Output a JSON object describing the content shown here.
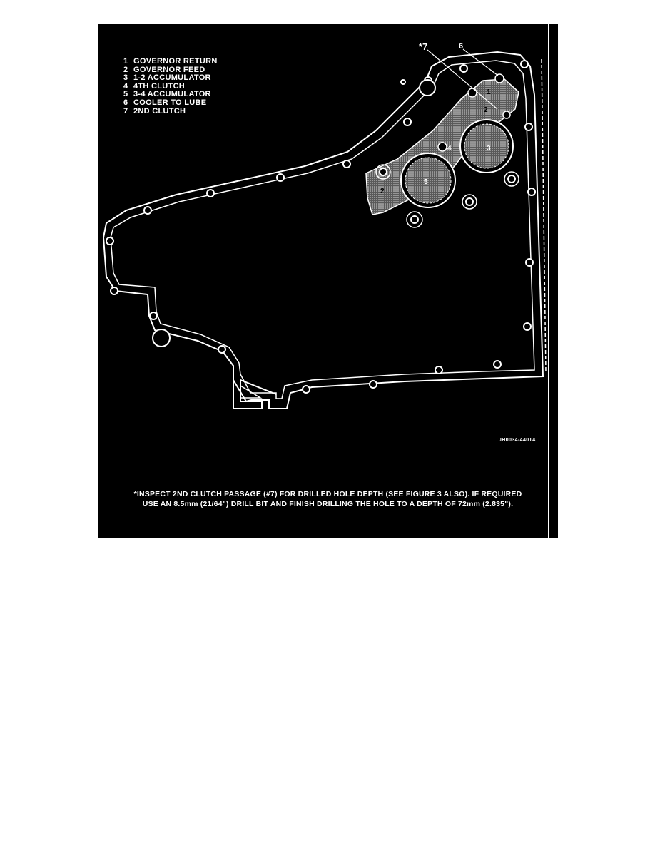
{
  "legend": [
    {
      "num": "1",
      "label": "GOVERNOR RETURN"
    },
    {
      "num": "2",
      "label": "GOVERNOR FEED"
    },
    {
      "num": "3",
      "label": "1-2 ACCUMULATOR"
    },
    {
      "num": "4",
      "label": "4TH CLUTCH"
    },
    {
      "num": "5",
      "label": "3-4 ACCUMULATOR"
    },
    {
      "num": "6",
      "label": "COOLER TO LUBE"
    },
    {
      "num": "7",
      "label": "2ND CLUTCH"
    }
  ],
  "callouts": {
    "c7": "*7",
    "c6": "6",
    "c3": "3",
    "c5": "5",
    "c4": "4",
    "c1": "1",
    "c2a": "2",
    "c2b": "2"
  },
  "figure_code": "JH0034-440T4",
  "footnote": {
    "line1": "*INSPECT 2ND CLUTCH PASSAGE (#7) FOR DRILLED HOLE DEPTH (SEE FIGURE 3 ALSO). IF REQUIRED",
    "line2": "USE AN 8.5mm (21/64\") DRILL BIT AND FINISH DRILLING THE HOLE TO A DEPTH OF 72mm (2.835\")."
  },
  "colors": {
    "background": "#000000",
    "line": "#ffffff",
    "shade": "#9a9a9a"
  }
}
